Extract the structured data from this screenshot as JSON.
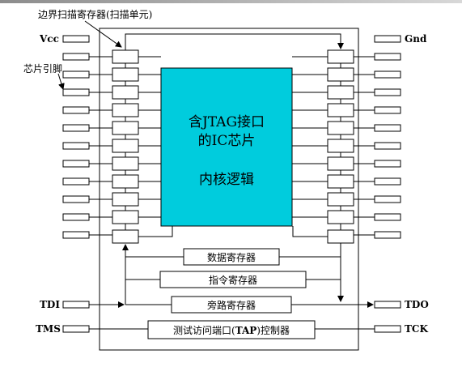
{
  "annotations": {
    "boundary_scan": "边界扫描寄存器(扫描单元)",
    "chip_pins": "芯片引脚"
  },
  "pins": {
    "vcc": "Vcc",
    "gnd": "Gnd",
    "tdi": "TDI",
    "tdo": "TDO",
    "tms": "TMS",
    "tck": "TCK"
  },
  "core": {
    "line1": "含JTAG接口",
    "line2": "的IC芯片",
    "line3": "内核逻辑"
  },
  "registers": {
    "data": "数据寄存器",
    "instruction": "指令寄存器",
    "bypass": "旁路寄存器",
    "tap_prefix": "测试访问端口(",
    "tap_bold": "TAP",
    "tap_suffix": ")控制器"
  },
  "colors": {
    "core_fill": "#00ccdd",
    "line": "#000000"
  }
}
